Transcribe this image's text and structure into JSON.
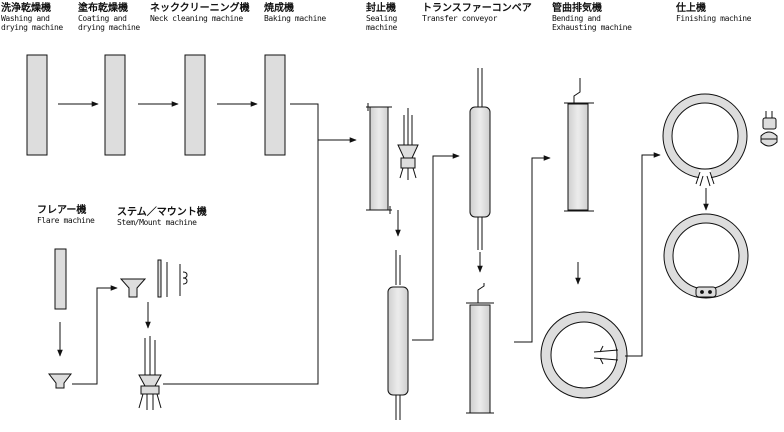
{
  "stages": [
    {
      "id": "washing",
      "jp": "洗浄乾燥機",
      "en1": "Washing and",
      "en2": "drying machine"
    },
    {
      "id": "coating",
      "jp": "塗布乾燥機",
      "en1": "Coating and",
      "en2": "drying machine"
    },
    {
      "id": "neck",
      "jp": "ネッククリーニング機",
      "en1": "Neck cleaning machine",
      "en2": ""
    },
    {
      "id": "baking",
      "jp": "焼成機",
      "en1": "Baking machine",
      "en2": ""
    },
    {
      "id": "sealing",
      "jp": "封止機",
      "en1": "Sealing",
      "en2": "machine"
    },
    {
      "id": "transfer",
      "jp": "トランスファーコンベア",
      "en1": "Transfer conveyor",
      "en2": ""
    },
    {
      "id": "bending",
      "jp": "管曲排気機",
      "en1": "Bending and",
      "en2": "Exhausting machine"
    },
    {
      "id": "finishing",
      "jp": "仕上機",
      "en1": "Finishing machine",
      "en2": ""
    },
    {
      "id": "flare",
      "jp": "フレアー機",
      "en1": "Flare machine",
      "en2": ""
    },
    {
      "id": "stem",
      "jp": "ステム／マウント機",
      "en1": "Stem/Mount machine",
      "en2": ""
    }
  ]
}
